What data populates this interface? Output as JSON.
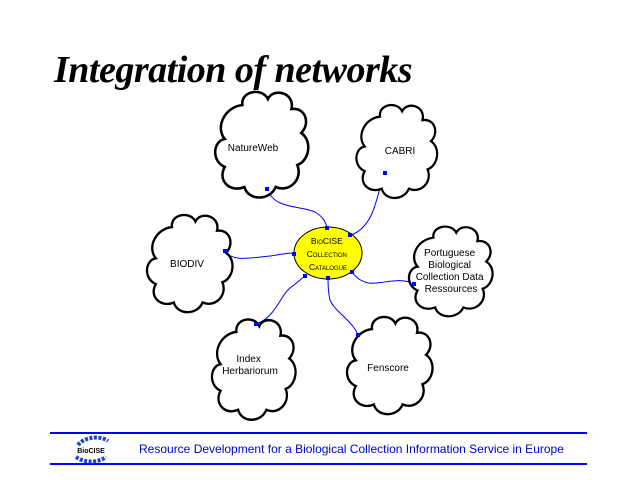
{
  "slide": {
    "title": "Integration of networks"
  },
  "diagram": {
    "hub": {
      "lines": [
        "BioCISE",
        "Collection",
        "Catalogue"
      ],
      "fill": "#ffff00"
    },
    "nodes": [
      {
        "id": "natureweb",
        "lines": [
          "NatureWeb"
        ]
      },
      {
        "id": "cabri",
        "lines": [
          "CABRI"
        ]
      },
      {
        "id": "biodiv",
        "lines": [
          "BIODIV"
        ]
      },
      {
        "id": "portuguese",
        "lines": [
          "Portuguese",
          "Biological",
          "Collection Data",
          "Ressources"
        ]
      },
      {
        "id": "index-herbariorum",
        "lines": [
          "Index",
          "Herbariorum"
        ]
      },
      {
        "id": "fenscore",
        "lines": [
          "Fenscore"
        ]
      }
    ],
    "connector_color": "#0000ff"
  },
  "footer": {
    "logo_text": "BioCISE",
    "text": "Resource Development for a Biological Collection Information Service in Europe",
    "line_color": "#0000ff"
  }
}
